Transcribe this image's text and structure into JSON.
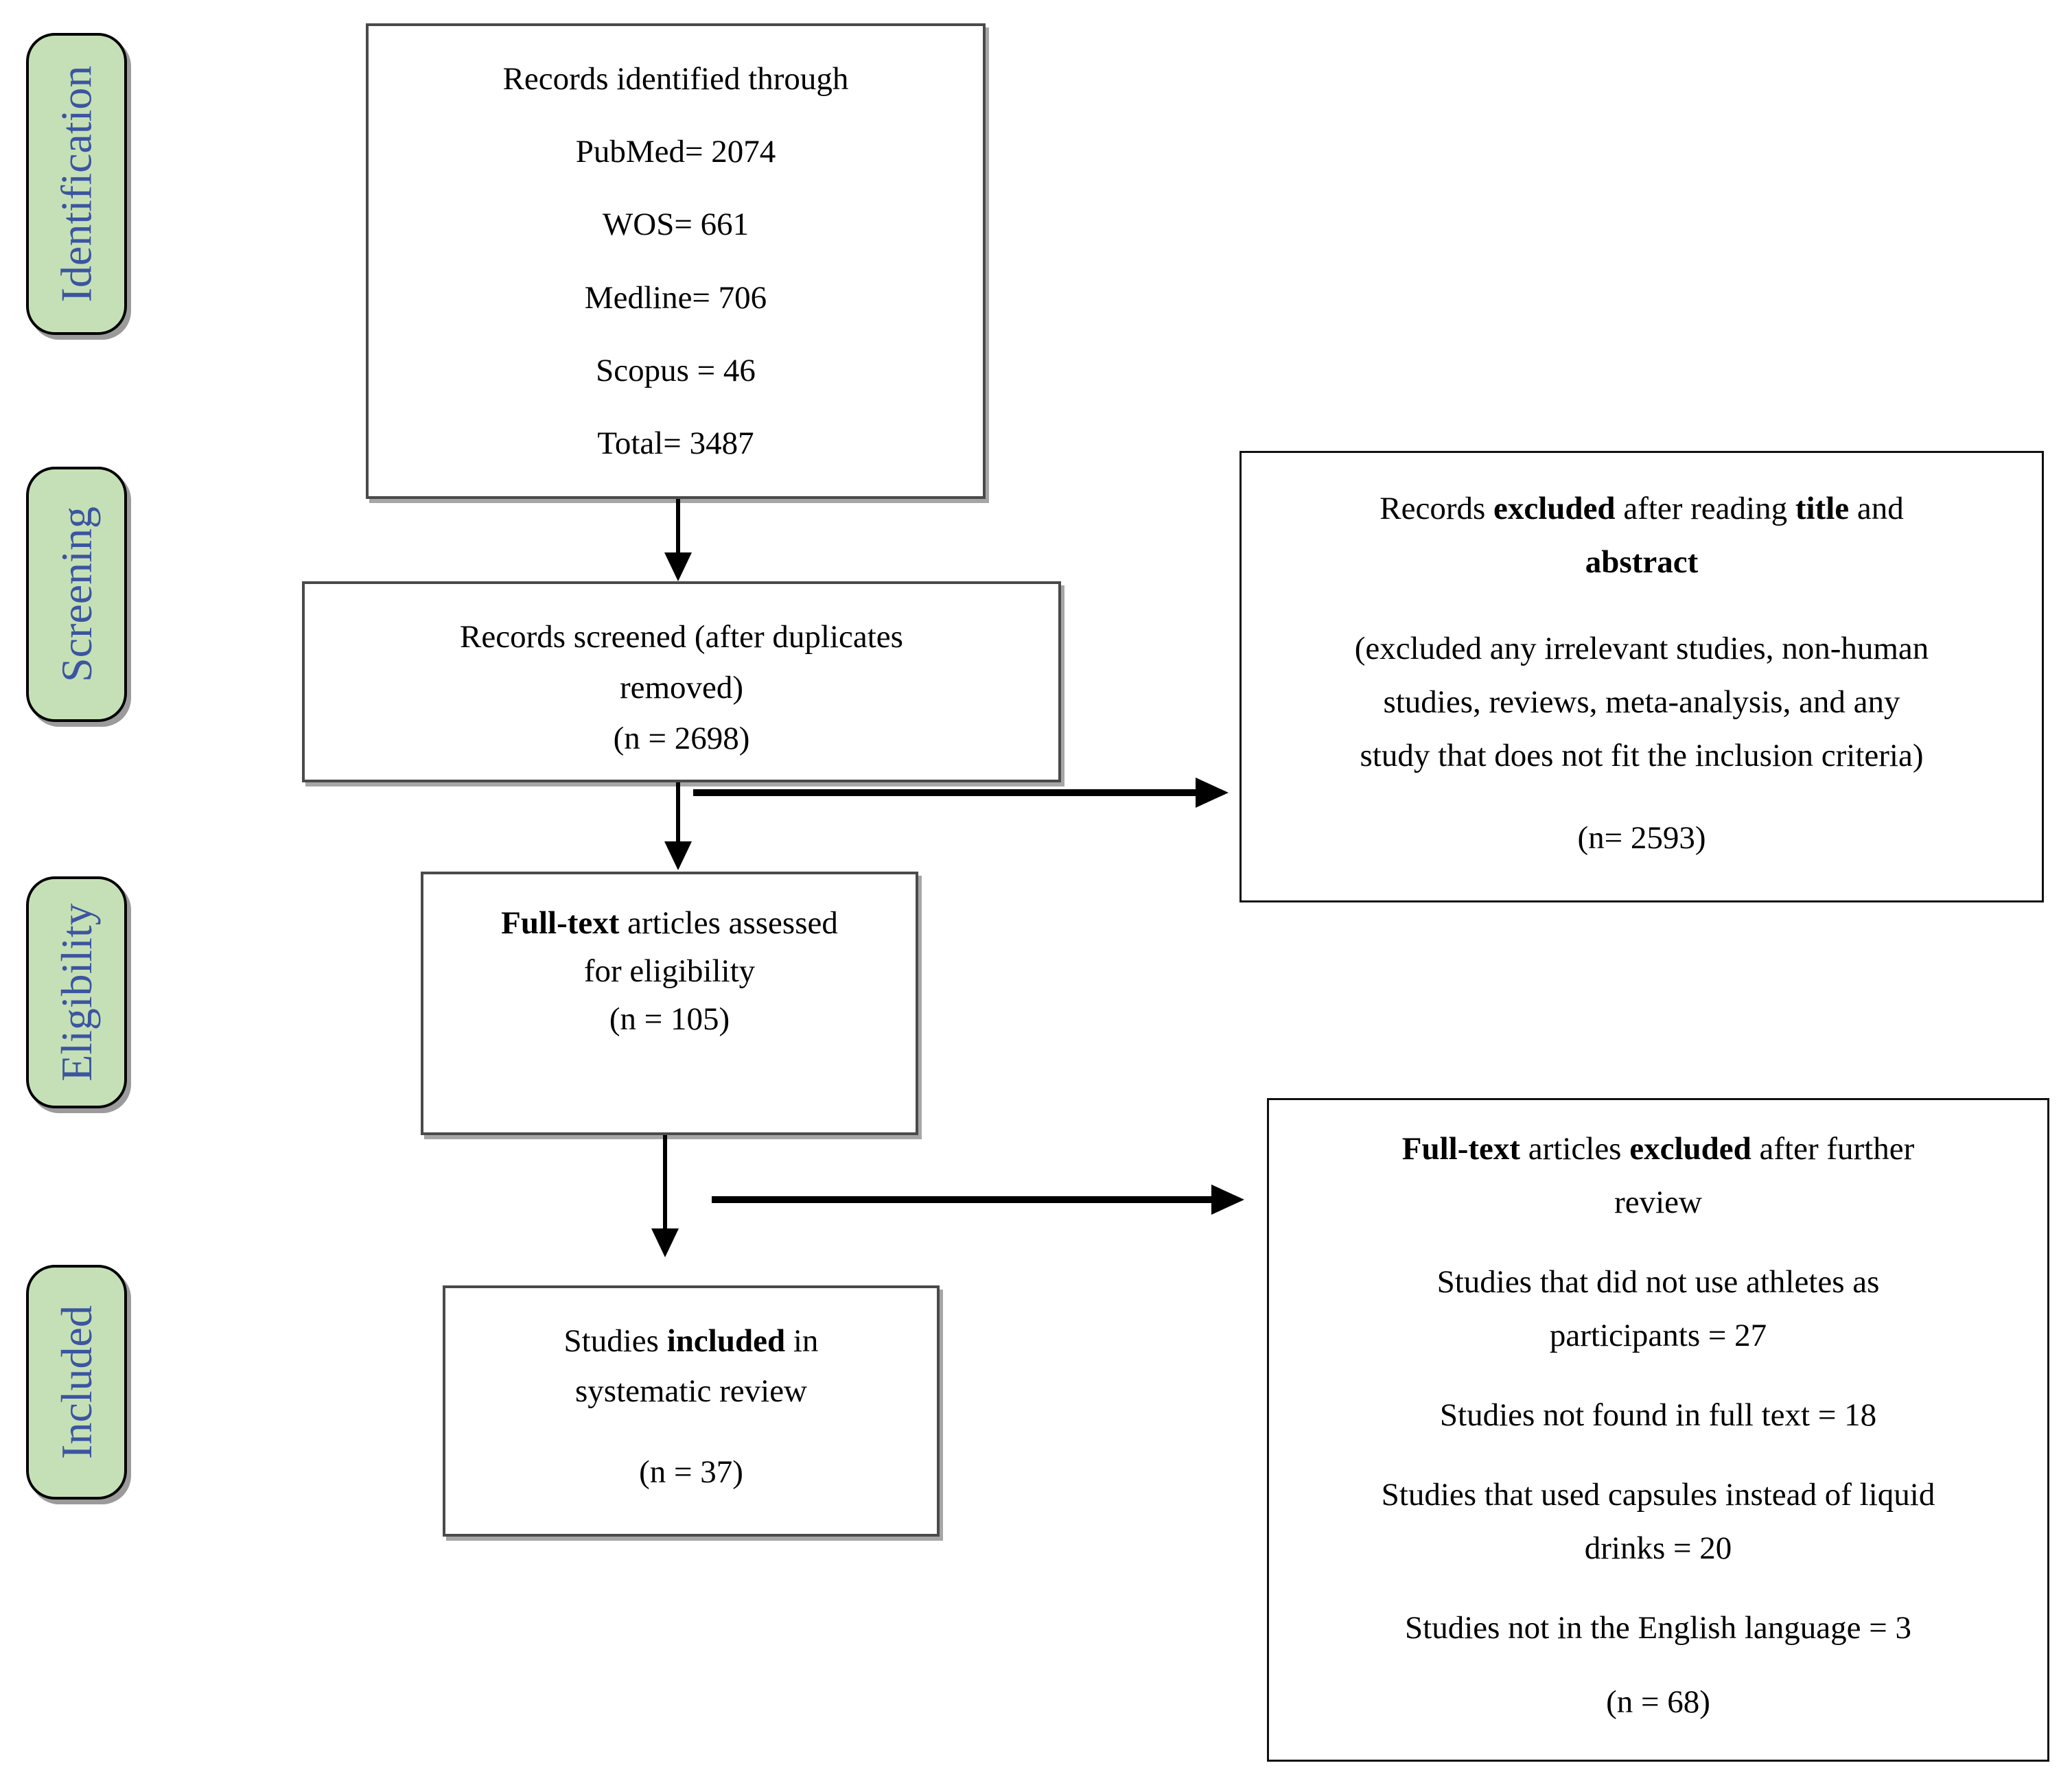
{
  "stages": [
    {
      "label": "Identification"
    },
    {
      "label": "Screening"
    },
    {
      "label": "Eligibility"
    },
    {
      "label": "Included"
    }
  ],
  "flow": {
    "identified": {
      "lines": [
        "Records identified through",
        "PubMed= 2074",
        "WOS= 661",
        "Medline= 706",
        "Scopus = 46",
        "Total= 3487"
      ]
    },
    "screened": {
      "lines": [
        "Records screened (after duplicates",
        "removed)",
        "(n = 2698)"
      ]
    },
    "eligibility": {
      "lines": [
        [
          {
            "t": "Full-text",
            "b": true
          },
          {
            "t": " articles assessed"
          }
        ],
        "for eligibility",
        "(n = 105)"
      ]
    },
    "included": {
      "lines": [
        [
          {
            "t": "Studies "
          },
          {
            "t": "included",
            "b": true
          },
          {
            "t": " in"
          }
        ],
        "systematic review"
      ],
      "n": "(n = 37)"
    }
  },
  "exclusions": {
    "title_abstract": {
      "title_lines": [
        [
          {
            "t": "Records "
          },
          {
            "t": "excluded",
            "b": true
          },
          {
            "t": " after reading "
          },
          {
            "t": "title",
            "b": true
          },
          {
            "t": " and"
          }
        ],
        [
          {
            "t": "abstract",
            "b": true
          }
        ]
      ],
      "body_lines": [
        "(excluded any irrelevant studies, non-human",
        "studies, reviews, meta-analysis, and any",
        "study that does not fit the inclusion criteria)"
      ],
      "n": "(n= 2593)"
    },
    "fulltext": {
      "title_lines": [
        [
          {
            "t": "Full-text",
            "b": true
          },
          {
            "t": " articles "
          },
          {
            "t": "excluded",
            "b": true
          },
          {
            "t": " after further"
          }
        ],
        "review"
      ],
      "items": [
        [
          "Studies that did not use athletes as",
          "participants = 27"
        ],
        [
          "Studies not found in full text = 18"
        ],
        [
          "Studies that used capsules instead of liquid",
          "drinks = 20"
        ],
        [
          "Studies not in the English language = 3"
        ]
      ],
      "n": "(n = 68)"
    }
  },
  "colors": {
    "stage_fill": "#c5e0b6",
    "stage_text": "#3b55a0",
    "arrow": "#000000"
  }
}
